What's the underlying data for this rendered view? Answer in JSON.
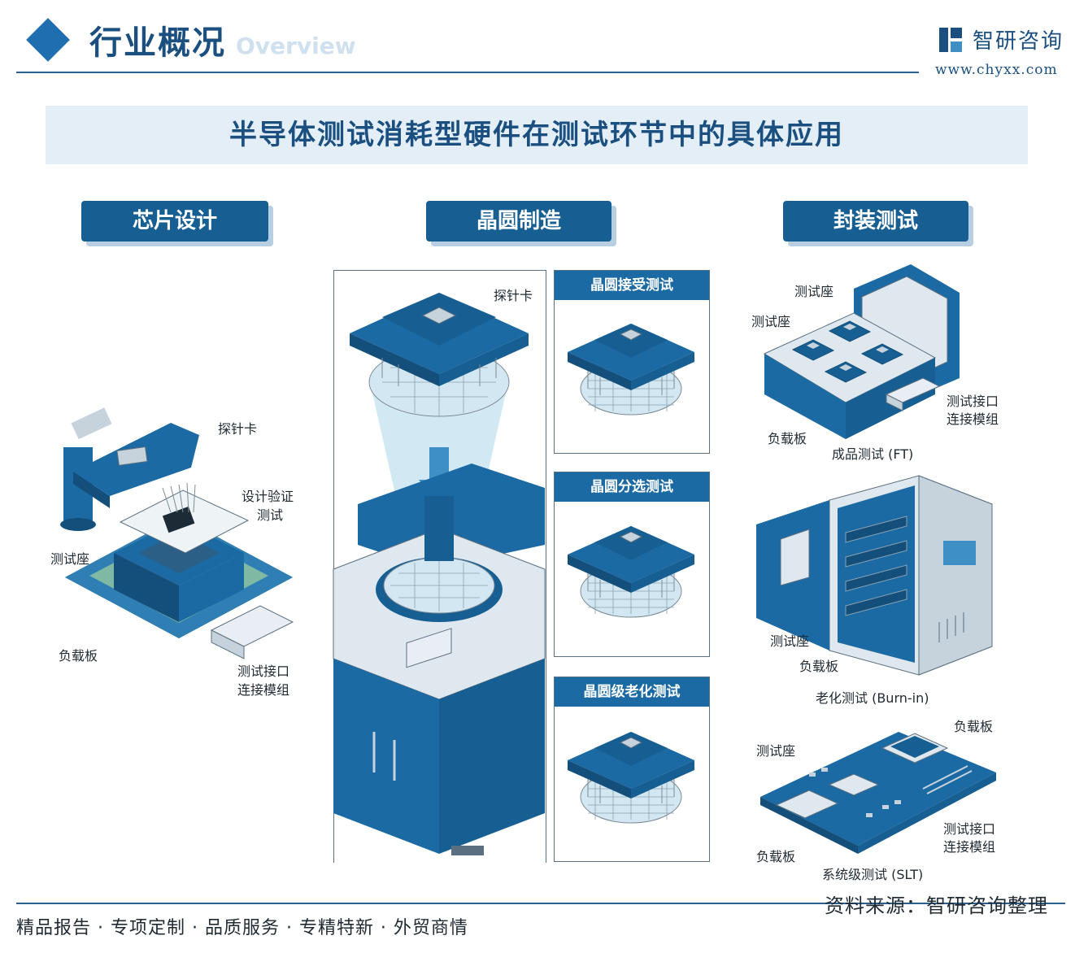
{
  "header": {
    "title": "行业概况",
    "subtitle": "Overview",
    "logo_name": "智研咨询",
    "logo_url": "www.chyxx.com"
  },
  "banner": {
    "title": "半导体测试消耗型硬件在测试环节中的具体应用"
  },
  "sections": {
    "chip_design": {
      "tab": "芯片设计",
      "labels": {
        "probe_card": "探针卡",
        "design_verify_1": "设计验证",
        "design_verify_2": "测试",
        "test_socket": "测试座",
        "load_board": "负载板",
        "interface_1": "测试接口",
        "interface_2": "连接模组"
      }
    },
    "wafer_mfg": {
      "tab": "晶圆制造",
      "labels": {
        "probe_card": "探针卡"
      },
      "panels": [
        {
          "title": "晶圆接受测试"
        },
        {
          "title": "晶圆分选测试"
        },
        {
          "title": "晶圆级老化测试"
        }
      ]
    },
    "package_test": {
      "tab": "封装测试",
      "ft": {
        "socket_1": "测试座",
        "socket_2": "测试座",
        "interface_1": "测试接口",
        "interface_2": "连接模组",
        "load_board": "负载板",
        "caption": "成品测试 (FT)"
      },
      "burnin": {
        "socket": "测试座",
        "load_board": "负载板",
        "caption": "老化测试 (Burn-in)"
      },
      "slt": {
        "load_board_top": "负载板",
        "socket": "测试座",
        "interface_1": "测试接口",
        "interface_2": "连接模组",
        "load_board_bottom": "负载板",
        "caption": "系统级测试 (SLT)"
      }
    }
  },
  "footer": {
    "left": "精品报告 · 专项定制 · 品质服务 · 专精特新 · 外贸商情",
    "source": "资料来源：智研咨询整理"
  },
  "colors": {
    "primary": "#175f93",
    "dark": "#1a4f7f",
    "light": "#e3eef7",
    "mid": "#3d8fc4"
  }
}
